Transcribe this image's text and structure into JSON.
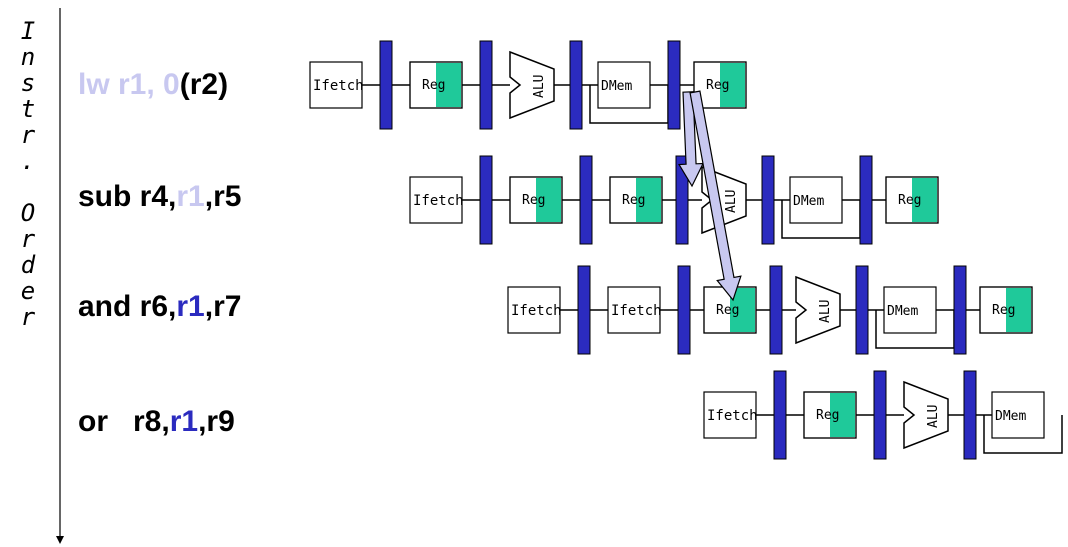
{
  "axis": {
    "word1": [
      "I",
      "n",
      "s",
      "t",
      "r",
      "."
    ],
    "word2": [
      "O",
      "r",
      "d",
      "e",
      "r"
    ]
  },
  "instructions": [
    {
      "parts": [
        {
          "text": "lw r1, 0",
          "color": "light"
        },
        {
          "text": "(r2)",
          "color": "black"
        }
      ]
    },
    {
      "parts": [
        {
          "text": "sub r4,",
          "color": "black"
        },
        {
          "text": "r1",
          "color": "light"
        },
        {
          "text": ",r5",
          "color": "black"
        }
      ]
    },
    {
      "parts": [
        {
          "text": "and r6,",
          "color": "black"
        },
        {
          "text": "r1",
          "color": "blue"
        },
        {
          "text": ",r7",
          "color": "black"
        }
      ]
    },
    {
      "parts": [
        {
          "text": "or   r8,",
          "color": "black"
        },
        {
          "text": "r1",
          "color": "blue"
        },
        {
          "text": ",r9",
          "color": "black"
        }
      ]
    }
  ],
  "labels": {
    "ifetch": "Ifetch",
    "reg": "Reg",
    "alu": "ALU",
    "dmem": "DMem"
  },
  "rows": [
    {
      "stages": [
        "Ifetch",
        "Reg",
        "ALU",
        "DMem",
        "Reg"
      ]
    },
    {
      "stages": [
        "Ifetch",
        "Reg",
        "Reg",
        "ALU",
        "DMem",
        "Reg"
      ]
    },
    {
      "stages": [
        "Ifetch",
        "Ifetch",
        "Reg",
        "ALU",
        "DMem",
        "Reg"
      ]
    },
    {
      "stages": [
        "Ifetch",
        "Reg",
        "ALU",
        "DMem"
      ]
    }
  ],
  "colors": {
    "pipe_reg": "#2b2bbf",
    "reg_fill": "#1fc99a",
    "light_text": "#c8c8f0",
    "blue_text": "#2b2bbf",
    "arrow": "#c8c8f0"
  }
}
